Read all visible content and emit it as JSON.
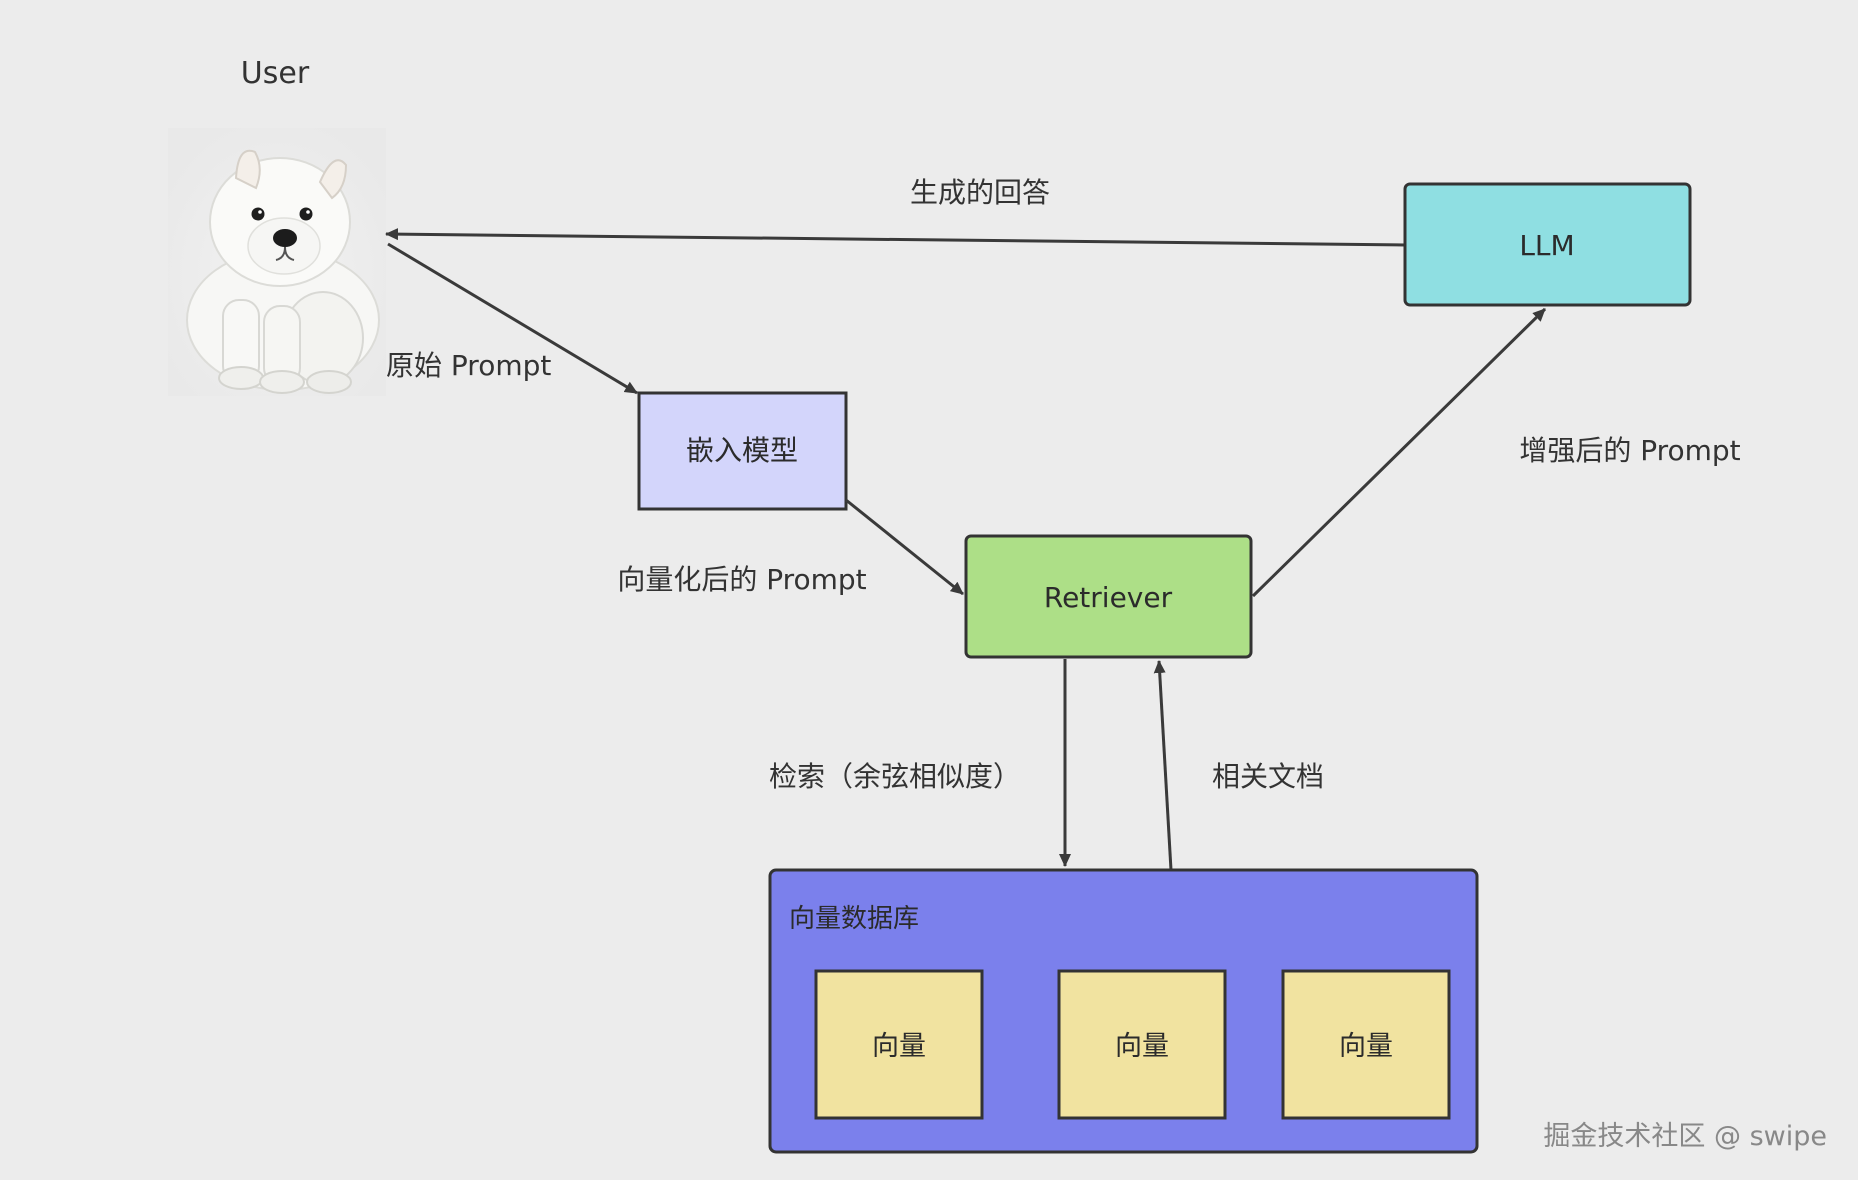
{
  "user": {
    "label": "User"
  },
  "nodes": {
    "llm": "LLM",
    "embedding_model": "嵌入模型",
    "retriever": "Retriever",
    "vector_db": {
      "title": "向量数据库",
      "items": [
        "向量",
        "向量",
        "向量"
      ]
    }
  },
  "edges": {
    "generated_answer": "生成的回答",
    "original_prompt": "原始 Prompt",
    "vectorized_prompt": "向量化后的 Prompt",
    "augmented_prompt": "增强后的 Prompt",
    "search_cosine": "检索（余弦相似度）",
    "related_docs": "相关文档"
  },
  "watermark": "掘金技术社区 @ swipe",
  "colors": {
    "background": "#ececec",
    "llm_fill": "#8fdfe2",
    "embedding_fill": "#d3d5fb",
    "retriever_fill": "#addf87",
    "vector_db_fill": "#7b80ec",
    "vector_item_fill": "#f1e3a0",
    "stroke": "#333333",
    "arrow": "#3a3a3a"
  }
}
